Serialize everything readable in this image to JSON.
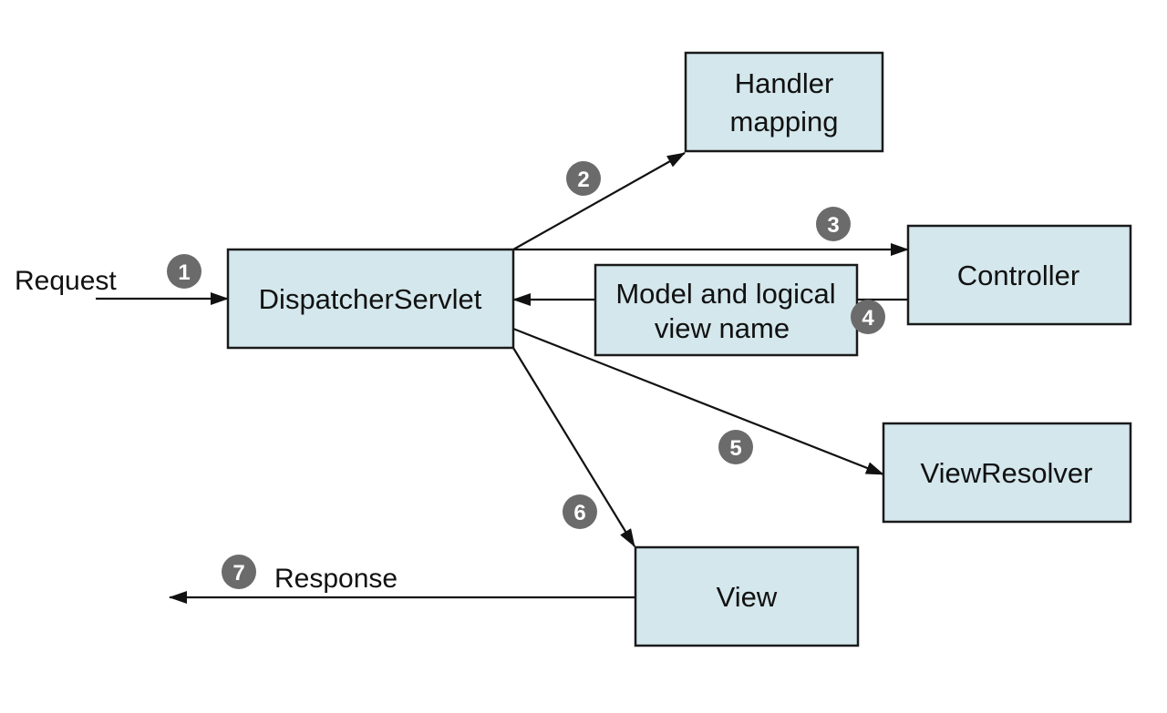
{
  "colors": {
    "box_fill": "#d3e7ec",
    "badge_fill": "#6b6b6b",
    "line": "#111111"
  },
  "nodes": {
    "handler_mapping": {
      "lines": [
        "Handler",
        "mapping"
      ]
    },
    "dispatcher_servlet": {
      "lines": [
        "DispatcherServlet"
      ]
    },
    "controller": {
      "lines": [
        "Controller"
      ]
    },
    "model_and_view": {
      "lines": [
        "Model and logical",
        "view name"
      ]
    },
    "view_resolver": {
      "lines": [
        "ViewResolver"
      ]
    },
    "view": {
      "lines": [
        "View"
      ]
    }
  },
  "labels": {
    "request": "Request",
    "response": "Response"
  },
  "steps": [
    "1",
    "2",
    "3",
    "4",
    "5",
    "6",
    "7"
  ]
}
